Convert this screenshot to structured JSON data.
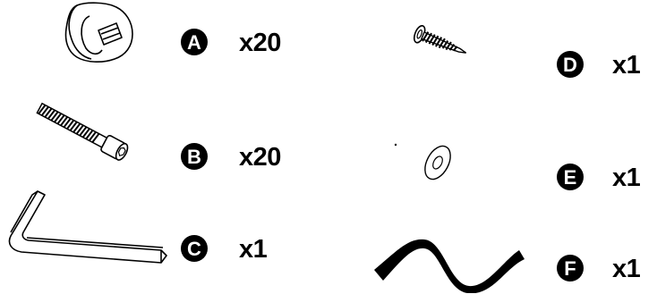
{
  "parts": [
    {
      "letter": "A",
      "quantity": "x20",
      "icon": "cam-lock-icon"
    },
    {
      "letter": "B",
      "quantity": "x20",
      "icon": "bolt-icon"
    },
    {
      "letter": "C",
      "quantity": "x1",
      "icon": "allen-key-icon"
    },
    {
      "letter": "D",
      "quantity": "x1",
      "icon": "screw-icon"
    },
    {
      "letter": "E",
      "quantity": "x1",
      "icon": "washer-icon"
    },
    {
      "letter": "F",
      "quantity": "x1",
      "icon": "strap-icon"
    }
  ]
}
